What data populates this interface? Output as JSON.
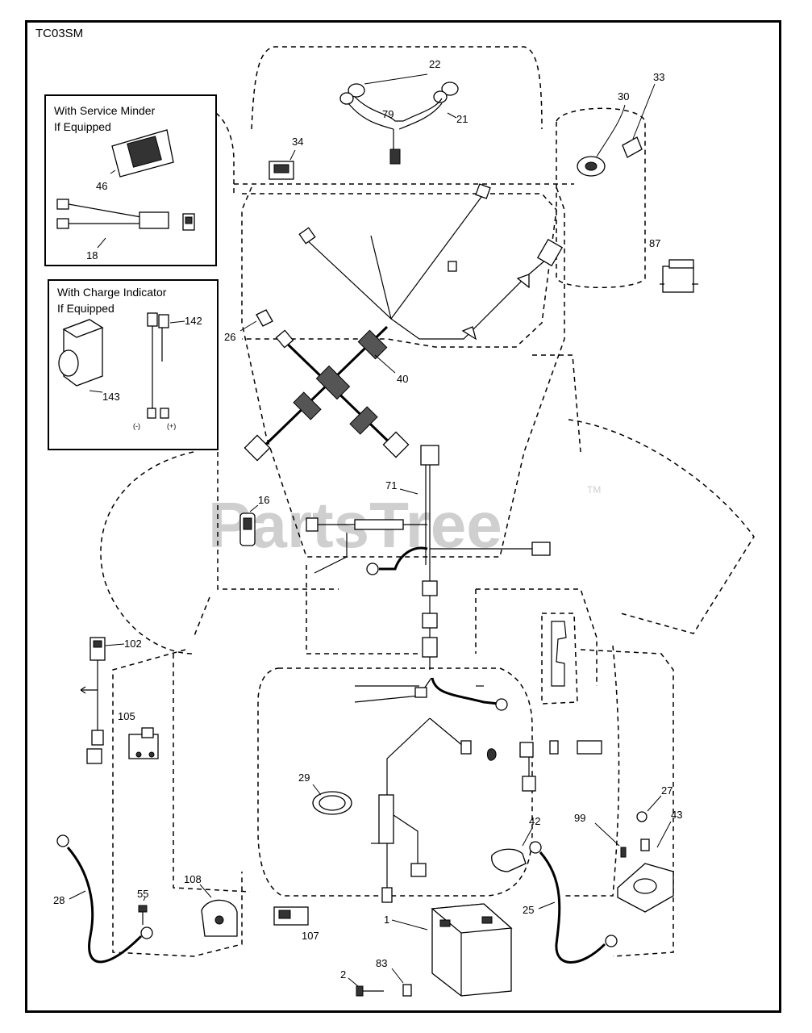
{
  "diagram": {
    "code": "TC03SM",
    "watermark": "PartsTree",
    "watermark_tm": "TM",
    "insets": {
      "service_minder": {
        "title_line1": "With Service Minder",
        "title_line2": "If Equipped"
      },
      "charge_indicator": {
        "title_line1": "With Charge Indicator",
        "title_line2": "If Equipped"
      }
    },
    "callouts": {
      "c22": "22",
      "c79": "79",
      "c21": "21",
      "c34": "34",
      "c30": "30",
      "c33": "33",
      "c87": "87",
      "c46": "46",
      "c18": "18",
      "c142": "142",
      "c143": "143",
      "c26": "26",
      "c40": "40",
      "c71": "71",
      "c16": "16",
      "c102": "102",
      "c105": "105",
      "c29": "29",
      "c42": "42",
      "c99": "99",
      "c27": "27",
      "c43": "43",
      "c28": "28",
      "c55": "55",
      "c108": "108",
      "c107": "107",
      "c1": "1",
      "c25": "25",
      "c2": "2",
      "c83": "83"
    },
    "terminal_marks": {
      "neg": "(-)",
      "pos": "(+)"
    }
  }
}
